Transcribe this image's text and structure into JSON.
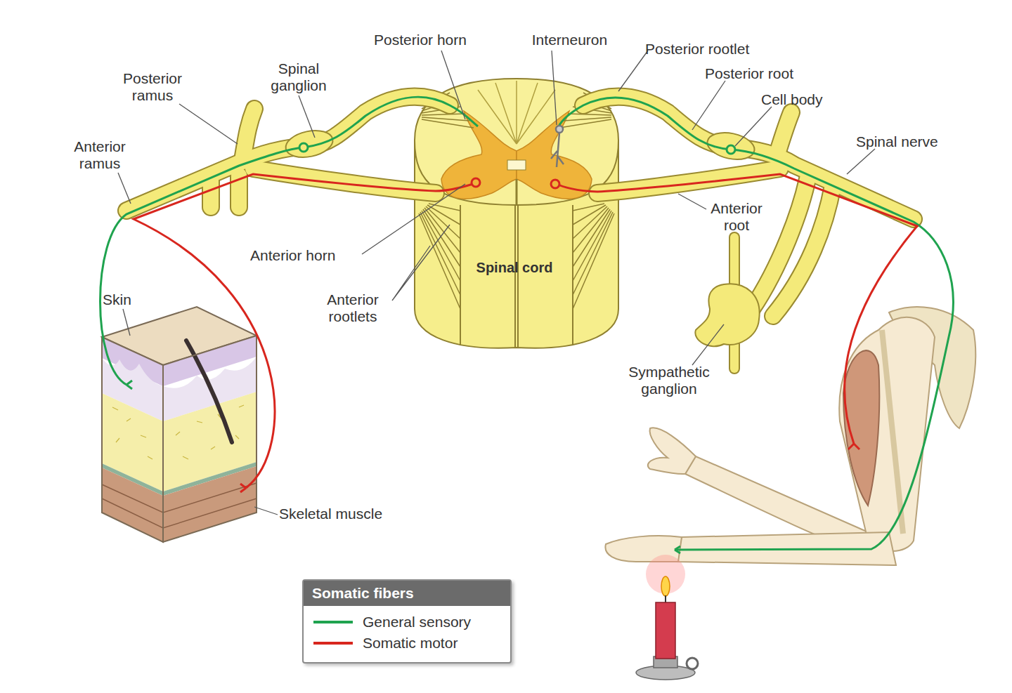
{
  "diagram": {
    "nodes": [
      {
        "text": [
          "Somatic fibers"
        ]
      }
    ],
    "labels": [
      "Posterior horn",
      "Interneuron",
      "Posterior rootlet",
      "Posterior root",
      "Cell body",
      "Spinal nerve",
      "Posterior ramus",
      "Spinal ganglion",
      "Anterior ramus",
      "Anterior root",
      "Anterior horn",
      "Anterior rootlets",
      "Spinal cord",
      "Skin",
      "Skeletal muscle",
      "Sympathetic ganglion"
    ],
    "legend": [
      {
        "text": "General sensory",
        "color": "#1fa34f"
      },
      {
        "text": "Somatic motor",
        "color": "#d8261e"
      }
    ]
  }
}
